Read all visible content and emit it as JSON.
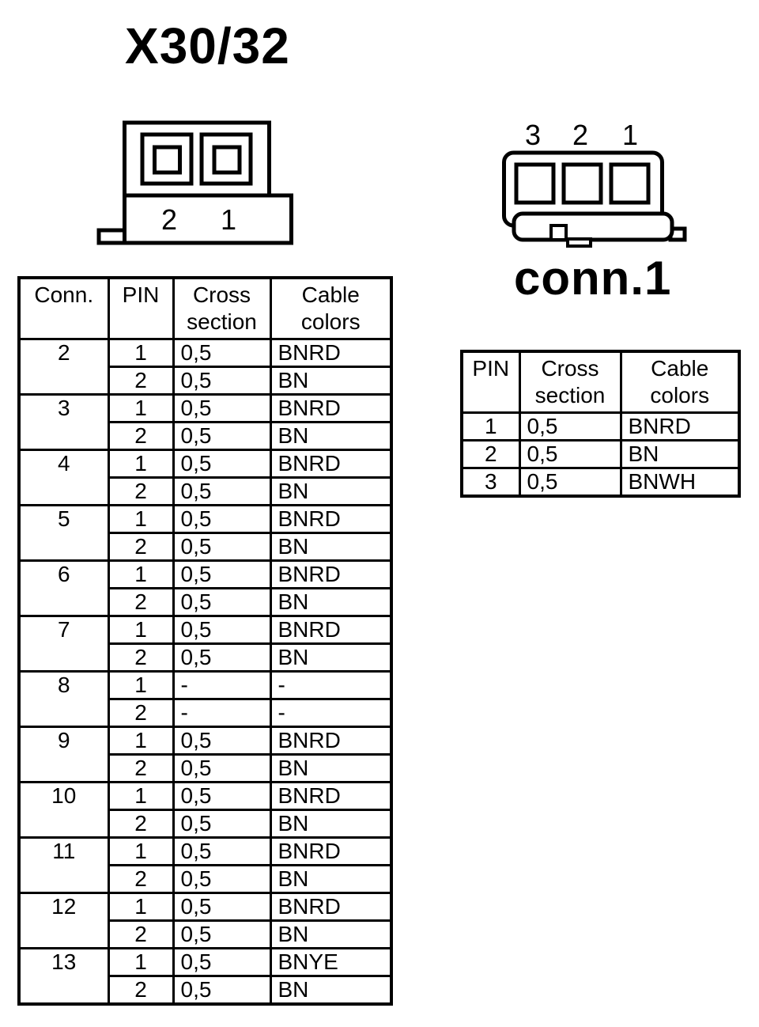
{
  "page": {
    "ink_color": "#000000",
    "background_color": "#ffffff"
  },
  "left_section": {
    "title": "X30/32",
    "connector": {
      "pin_labels": [
        "2",
        "1"
      ]
    },
    "table": {
      "headers": [
        "Conn.",
        "PIN",
        "Cross section",
        "Cable colors"
      ],
      "groups": [
        {
          "conn": "2",
          "pins": [
            {
              "pin": "1",
              "cross": "0,5",
              "color": "BNRD"
            },
            {
              "pin": "2",
              "cross": "0,5",
              "color": "BN"
            }
          ]
        },
        {
          "conn": "3",
          "pins": [
            {
              "pin": "1",
              "cross": "0,5",
              "color": "BNRD"
            },
            {
              "pin": "2",
              "cross": "0,5",
              "color": "BN"
            }
          ]
        },
        {
          "conn": "4",
          "pins": [
            {
              "pin": "1",
              "cross": "0,5",
              "color": "BNRD"
            },
            {
              "pin": "2",
              "cross": "0,5",
              "color": "BN"
            }
          ]
        },
        {
          "conn": "5",
          "pins": [
            {
              "pin": "1",
              "cross": "0,5",
              "color": "BNRD"
            },
            {
              "pin": "2",
              "cross": "0,5",
              "color": "BN"
            }
          ]
        },
        {
          "conn": "6",
          "pins": [
            {
              "pin": "1",
              "cross": "0,5",
              "color": "BNRD"
            },
            {
              "pin": "2",
              "cross": "0,5",
              "color": "BN"
            }
          ]
        },
        {
          "conn": "7",
          "pins": [
            {
              "pin": "1",
              "cross": "0,5",
              "color": "BNRD"
            },
            {
              "pin": "2",
              "cross": "0,5",
              "color": "BN"
            }
          ]
        },
        {
          "conn": "8",
          "pins": [
            {
              "pin": "1",
              "cross": "-",
              "color": "-"
            },
            {
              "pin": "2",
              "cross": "-",
              "color": "-"
            }
          ]
        },
        {
          "conn": "9",
          "pins": [
            {
              "pin": "1",
              "cross": "0,5",
              "color": "BNRD"
            },
            {
              "pin": "2",
              "cross": "0,5",
              "color": "BN"
            }
          ]
        },
        {
          "conn": "10",
          "pins": [
            {
              "pin": "1",
              "cross": "0,5",
              "color": "BNRD"
            },
            {
              "pin": "2",
              "cross": "0,5",
              "color": "BN"
            }
          ]
        },
        {
          "conn": "11",
          "pins": [
            {
              "pin": "1",
              "cross": "0,5",
              "color": "BNRD"
            },
            {
              "pin": "2",
              "cross": "0,5",
              "color": "BN"
            }
          ]
        },
        {
          "conn": "12",
          "pins": [
            {
              "pin": "1",
              "cross": "0,5",
              "color": "BNRD"
            },
            {
              "pin": "2",
              "cross": "0,5",
              "color": "BN"
            }
          ]
        },
        {
          "conn": "13",
          "pins": [
            {
              "pin": "1",
              "cross": "0,5",
              "color": "BNYE"
            },
            {
              "pin": "2",
              "cross": "0,5",
              "color": "BN"
            }
          ]
        }
      ]
    }
  },
  "right_section": {
    "title": "conn.1",
    "connector": {
      "pin_labels": [
        "3",
        "2",
        "1"
      ]
    },
    "table": {
      "headers": [
        "PIN",
        "Cross section",
        "Cable colors"
      ],
      "rows": [
        {
          "pin": "1",
          "cross": "0,5",
          "color": "BNRD"
        },
        {
          "pin": "2",
          "cross": "0,5",
          "color": "BN"
        },
        {
          "pin": "3",
          "cross": "0,5",
          "color": "BNWH"
        }
      ]
    }
  }
}
